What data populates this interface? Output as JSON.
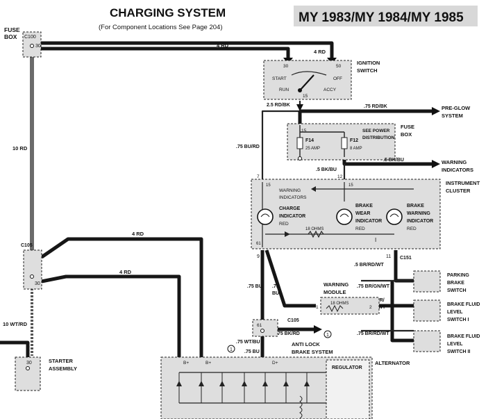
{
  "header": {
    "title": "CHARGING SYSTEM",
    "subtitle": "(For Component Locations See Page 204)",
    "model_years": "MY 1983/MY 1984/MY 1985"
  },
  "components": {
    "fuse_box_left": {
      "label_line1": "FUSE",
      "label_line2": "BOX",
      "connector": "C100",
      "pin": "30"
    },
    "ignition_switch": {
      "label_line1": "IGNITION",
      "label_line2": "SWITCH",
      "pins": {
        "p30": "30",
        "p15": "15",
        "p50": "50"
      },
      "positions": {
        "start": "START",
        "off": "OFF",
        "run": "RUN",
        "accy": "ACCY"
      }
    },
    "fuse_box_right": {
      "label_line1": "FUSE",
      "label_line2": "BOX",
      "pin": "15",
      "f14": "F14",
      "f14_rating": "25 AMP",
      "f12": "F12",
      "f12_rating": "8 AMP",
      "note_line1": "SEE POWER",
      "note_line2": "DISTRIBUTION"
    },
    "instrument_cluster": {
      "label_line1": "INSTRUMENT",
      "label_line2": "CLUSTER",
      "pin7": "7",
      "pin15": "15",
      "pin12": "12",
      "pin61": "61",
      "pin9": "9",
      "pin11": "11",
      "connector": "C151",
      "warning_indicators_line1": "WARNING",
      "warning_indicators_line2": "INDICATORS",
      "charge_line1": "CHARGE",
      "charge_line2": "INDICATOR",
      "wear_line1": "BRAKE",
      "wear_line2": "WEAR",
      "wear_line3": "INDICATOR",
      "warn_line1": "BRAKE",
      "warn_line2": "WARNING",
      "warn_line3": "INDICATOR",
      "lamp_color": "RED",
      "resistor": "18 OHMS",
      "roman": "I"
    },
    "warning_module": {
      "label_line1": "WARNING",
      "label_line2": "MODULE",
      "resistor": "18 OHMS",
      "pin1": "1",
      "pin2": "2"
    },
    "c105_left": {
      "connector": "C105",
      "pin": "30"
    },
    "c105_mid": {
      "connector": "C105",
      "pin": "61"
    },
    "starter": {
      "label_line1": "STARTER",
      "label_line2": "ASSEMBLY",
      "pin": "30"
    },
    "alternator": {
      "label": "ALTERNATOR",
      "regulator": "REGULATOR",
      "b1": "B+",
      "b2": "B+",
      "d": "D+"
    },
    "parking_brake": {
      "label_line1": "PARKING",
      "label_line2": "BRAKE",
      "label_line3": "SWITCH"
    },
    "brake_fluid_1": {
      "label_line1": "BRAKE FLUID",
      "label_line2": "LEVEL",
      "label_line3": "SWITCH I"
    },
    "brake_fluid_2": {
      "label_line1": "BRAKE FLUID",
      "label_line2": "LEVEL",
      "label_line3": "SWITCH II"
    }
  },
  "wires": {
    "top_a": "4 RD",
    "top_b": "4 RD",
    "left_vertical": "10 RD",
    "c105_upper": "4 RD",
    "c105_lower": "4 RD",
    "starter": "10 WT/RD",
    "ign_out": "2.5 RD/BK",
    "preglow_wire": ".75 RD/BK",
    "bu_rd": ".75 BU/RD",
    "bk_bu_a": ".5 BK/BU",
    "bk_bu_b": ".5 BK/BU",
    "br_rd_wt": ".5 BR/RD/WT",
    "bu_a": ".75 BU",
    "bu_b1": ".75",
    "bu_b2": "BU",
    "br_gn_wt": ".75 BR/GN/WT",
    "br1": ".75 BR/",
    "br2": "GN/WT",
    "br_rd_wt2": ".75 BR/RD/WT",
    "bk_rd": ".75 BK/RD",
    "wt_bu": ".75 WT/BU",
    "bu_bottom": ".75 BU"
  },
  "destinations": {
    "preglow_line1": "PRE-GLOW",
    "preglow_line2": "SYSTEM",
    "warning_line1": "WARNING",
    "warning_line2": "INDICATORS",
    "abs_line1": "ANTI LOCK",
    "abs_line2": "BRAKE SYSTEM"
  },
  "notes": {
    "circle_one_a": "1",
    "circle_one_b": "1"
  }
}
